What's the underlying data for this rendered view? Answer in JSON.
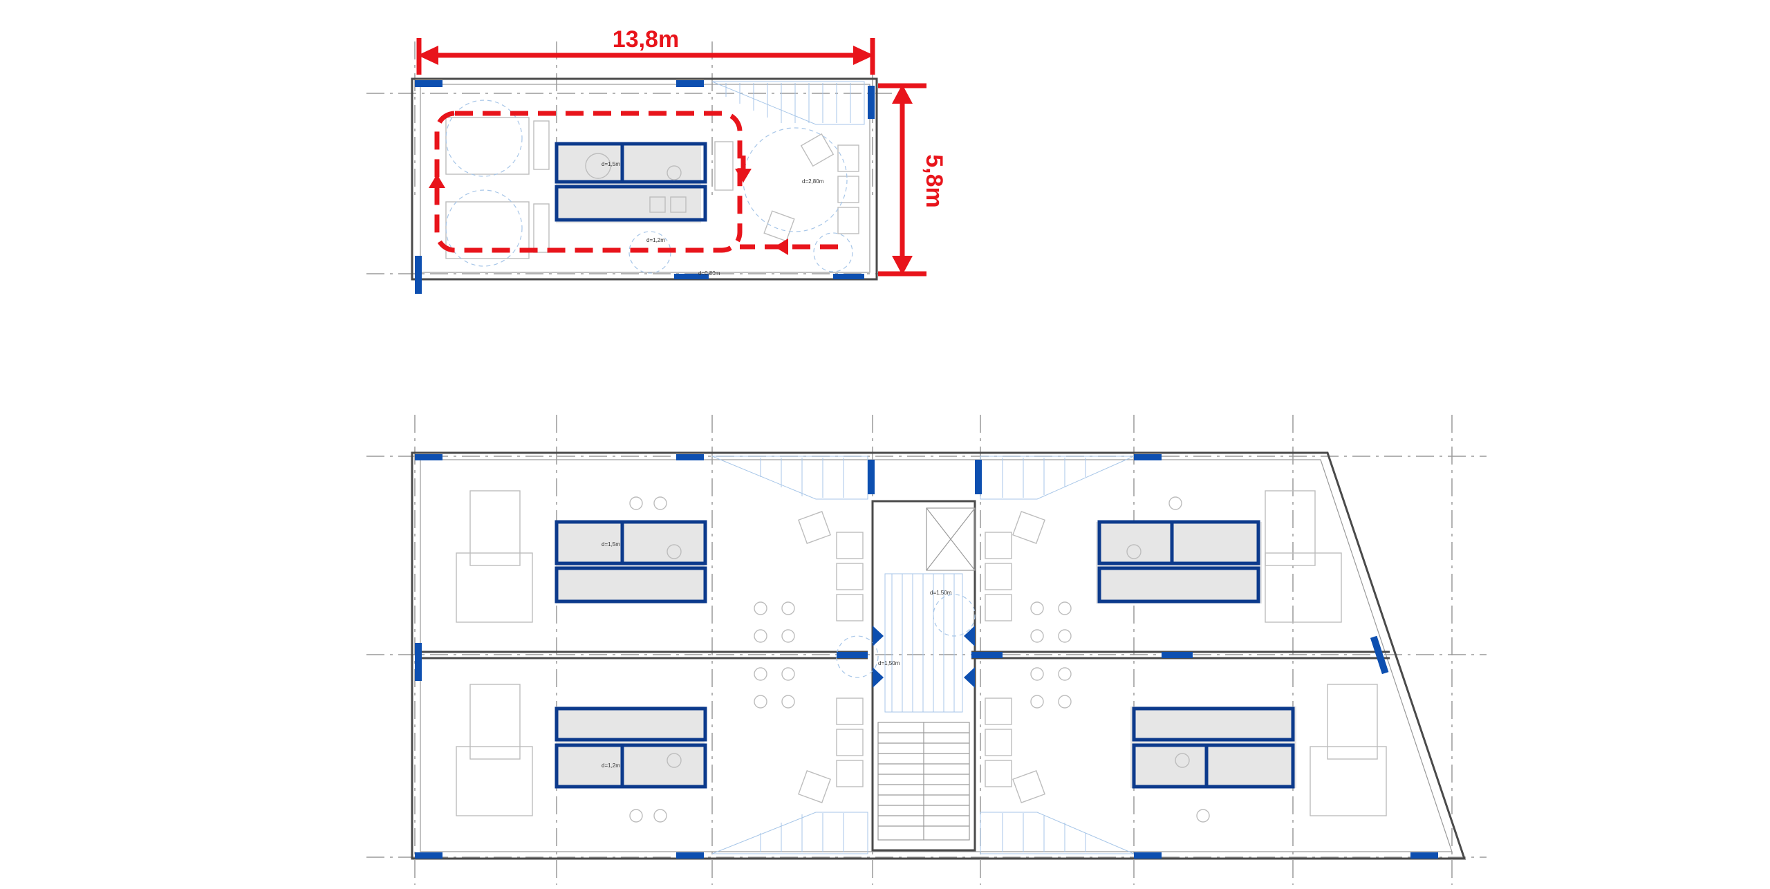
{
  "top_plan": {
    "width_dimension": "13,8m",
    "depth_dimension": "5,8m",
    "room_notes": [
      "d=1,5m",
      "d=2,80m",
      "d=1,2m",
      "d=0,80m"
    ]
  },
  "bottom_plan": {
    "room_notes": [
      "d=1,50m",
      "d=1,50m",
      "d=1,5m",
      "d=1,2m"
    ]
  },
  "colors": {
    "dimension_red": "#e8141b",
    "column_blue": "#0d4fb0",
    "wall_navy": "#0c3a8c"
  }
}
